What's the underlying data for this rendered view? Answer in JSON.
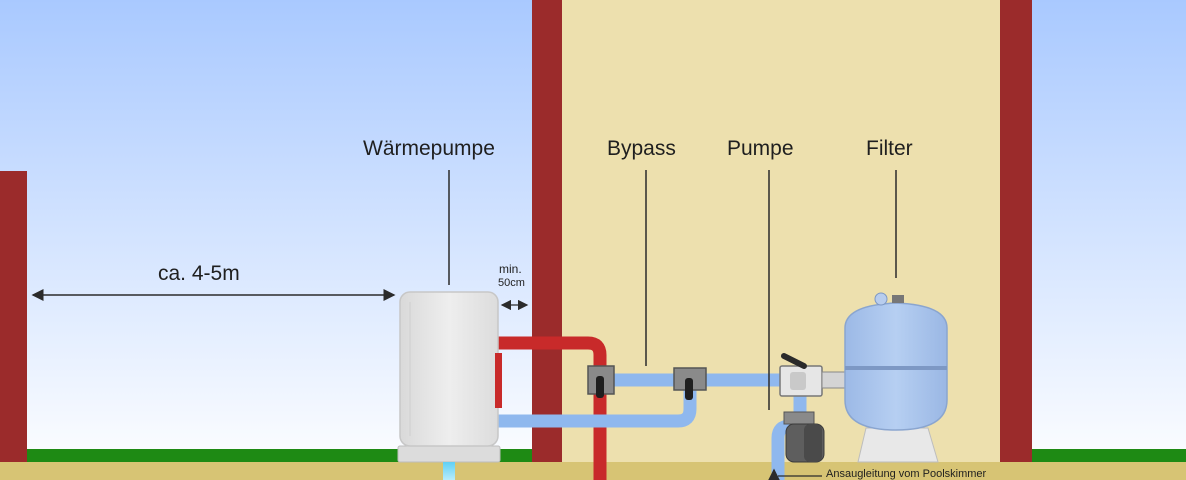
{
  "labels": {
    "heat_pump": "Wärmepumpe",
    "bypass": "Bypass",
    "pump": "Pumpe",
    "filter": "Filter",
    "distance": "ca. 4-5m",
    "min_distance_top": "min.",
    "min_distance_bottom": "50cm",
    "suction_line": "Ansaugleitung vom Poolskimmer"
  },
  "colors": {
    "sky_top": "#a9c9ff",
    "sky_bottom": "#ffffff",
    "wall_red": "#9b2b2b",
    "room_beige": "#ede0ae",
    "grass_green": "#1e8a14",
    "ground_sand": "#d7c474",
    "pipe_blue": "#8fb8ee",
    "pipe_hot": "#c82a2a",
    "filter_blue": "#a9c4ec",
    "unit_grey": "#e3e3e3"
  }
}
